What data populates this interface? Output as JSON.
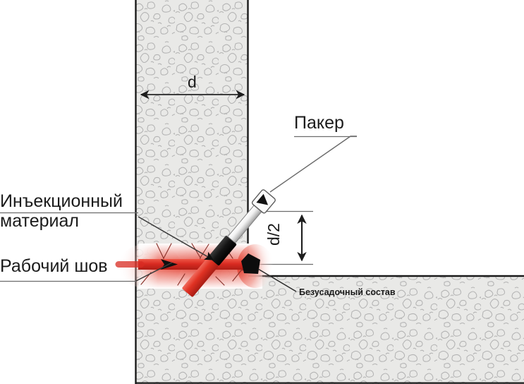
{
  "diagram": {
    "title": "Injection sealing of a construction joint at a wall-to-slab corner",
    "language": "ru",
    "background_color": "#ffffff",
    "concrete_fill": "#e8e8e6",
    "concrete_outline": "#1a1a1a",
    "aggregate_color": "#b6b6b6",
    "accent_red": "#e03223",
    "dark_red": "#c3231b",
    "black": "#111111",
    "leader_color": "#4a4a4a"
  },
  "labels": {
    "injection_material_line1": "Инъекционный",
    "injection_material_line2": "материал",
    "working_joint": "Рабочий шов",
    "packer": "Пакер",
    "nonshrink_compound": "Безусадочный состав"
  },
  "dimensions": {
    "wall_thickness": "d",
    "half_thickness": "d/2"
  },
  "elements": {
    "wall_name": "vertical concrete wall",
    "slab_name": "horizontal concrete slab",
    "packer_name": "injection packer probe",
    "joint_name": "construction joint with injected resin halo",
    "corner_seal_name": "non-shrink compound corner seal"
  }
}
